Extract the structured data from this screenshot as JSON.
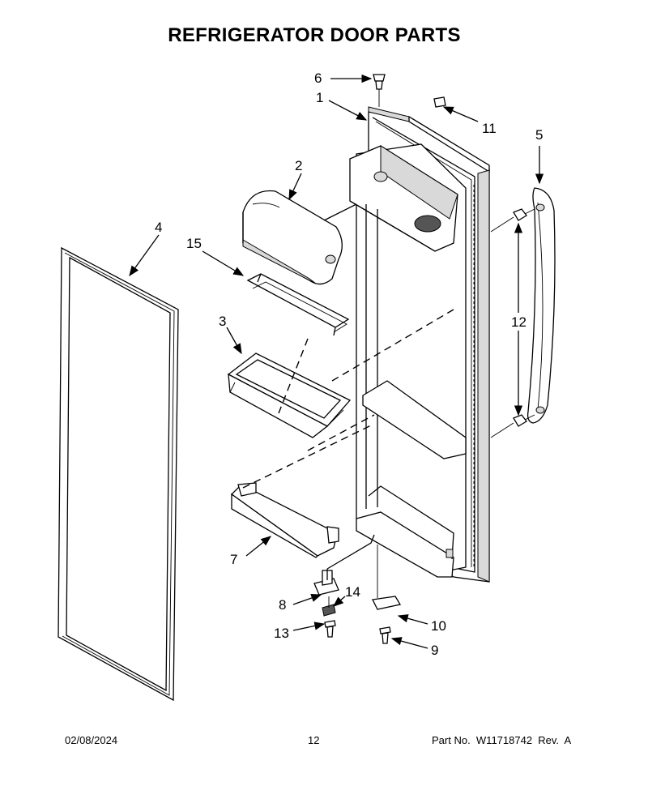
{
  "title": "REFRIGERATOR DOOR PARTS",
  "callouts": {
    "c1": "1",
    "c2": "2",
    "c3": "3",
    "c4": "4",
    "c5": "5",
    "c6": "6",
    "c7": "7",
    "c8": "8",
    "c9": "9",
    "c10": "10",
    "c11": "11",
    "c12": "12",
    "c13": "13",
    "c14": "14",
    "c15": "15"
  },
  "footer": {
    "date": "02/08/2024",
    "page": "12",
    "part_number": "Part No.  W11718742  Rev.  A"
  }
}
